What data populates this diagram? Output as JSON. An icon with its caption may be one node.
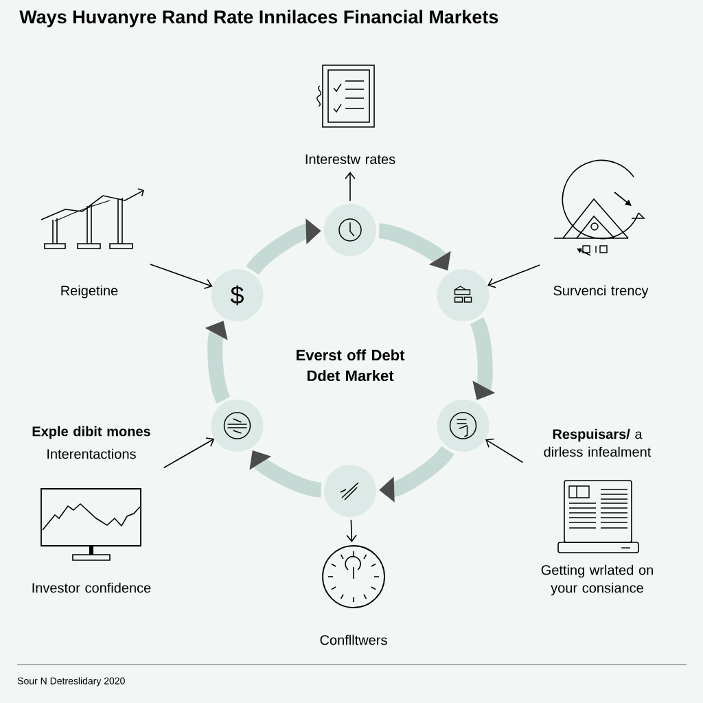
{
  "diagram": {
    "title": "Ways  Huvanyre Rand Rate Innilaces Financial Markets",
    "nodes": [
      {
        "text": [
          "Interestw rates"
        ]
      },
      {
        "text": [],
        "shape": "circle"
      },
      {
        "text": [
          "Reigetine"
        ]
      },
      {
        "text": [
          "$"
        ]
      },
      {
        "text": [],
        "shape": "circle"
      },
      {
        "text": [
          "Survenci trency"
        ]
      },
      {
        "text": [
          "Exple dibit mones",
          "Interentactions",
          "Investor confidence"
        ]
      },
      {
        "text": [],
        "shape": "circle"
      },
      {
        "text": [],
        "shape": "circle"
      },
      {
        "text": [
          "**Respuisars/** a dirless infealment",
          "Getting wrlated on your consiance"
        ]
      },
      {
        "text": [],
        "shape": "circle"
      },
      {
        "text": [
          "Conflltwers"
        ]
      }
    ],
    "edges": [
      {
        "from": 1,
        "to": 0,
        "arrow": "to"
      },
      {
        "from": 2,
        "to": 3,
        "arrow": "to"
      },
      {
        "from": 5,
        "to": 4,
        "arrow": "to"
      },
      {
        "from": 6,
        "to": 7,
        "arrow": "to"
      },
      {
        "from": 9,
        "to": 8,
        "arrow": "to"
      },
      {
        "from": 10,
        "to": 11,
        "arrow": "to"
      },
      {
        "from": 1,
        "to": 4,
        "arrow": "to",
        "style": "thick",
        "color": "#c5dad4"
      },
      {
        "from": 4,
        "to": 8,
        "arrow": "to",
        "style": "thick",
        "color": "#c5dad4"
      },
      {
        "from": 8,
        "to": 10,
        "arrow": "to",
        "style": "thick",
        "color": "#c5dad4"
      },
      {
        "from": 10,
        "to": 7,
        "arrow": "to",
        "style": "thick",
        "color": "#c5dad4"
      },
      {
        "from": 7,
        "to": 3,
        "arrow": "to",
        "style": "thick",
        "color": "#c5dad4"
      },
      {
        "from": 3,
        "to": 1,
        "arrow": "to",
        "style": "thick",
        "color": "#c5dad4"
      }
    ],
    "labels": [
      "Everst off Debt Ddet Market",
      "Sour N Detreslidary 2020"
    ]
  }
}
